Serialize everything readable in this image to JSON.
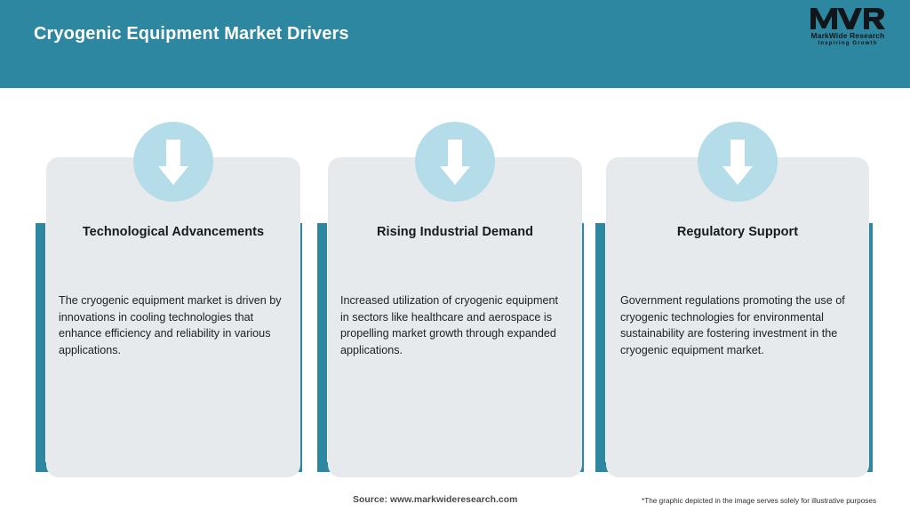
{
  "header": {
    "title": "Cryogenic Equipment Market Drivers",
    "bg_color": "#2e87a0",
    "title_color": "#ffffff"
  },
  "logo": {
    "mark": "MWR",
    "name": "MarkWide Research",
    "tagline": "Inspiring Growth"
  },
  "theme": {
    "teal": "#2e87a0",
    "light_blue": "#b5dde9",
    "card_bg": "#e6eaec",
    "text_dark": "#202124"
  },
  "cards": [
    {
      "icon": "arrow-down-icon",
      "title": "Technological Advancements",
      "body": "The cryogenic equipment market is driven by innovations in cooling technologies that enhance efficiency and reliability in various applications."
    },
    {
      "icon": "arrow-down-icon",
      "title": "Rising Industrial Demand",
      "body": "Increased utilization of cryogenic equipment in sectors like healthcare and aerospace is propelling market growth through expanded applications."
    },
    {
      "icon": "arrow-down-icon",
      "title": "Regulatory Support",
      "body": "Government regulations promoting the use of cryogenic technologies for environmental sustainability are fostering investment in the cryogenic equipment market."
    }
  ],
  "footer": {
    "source": "Source: www.markwideresearch.com",
    "note": "*The graphic depicted in the image serves solely for illustrative purposes"
  }
}
